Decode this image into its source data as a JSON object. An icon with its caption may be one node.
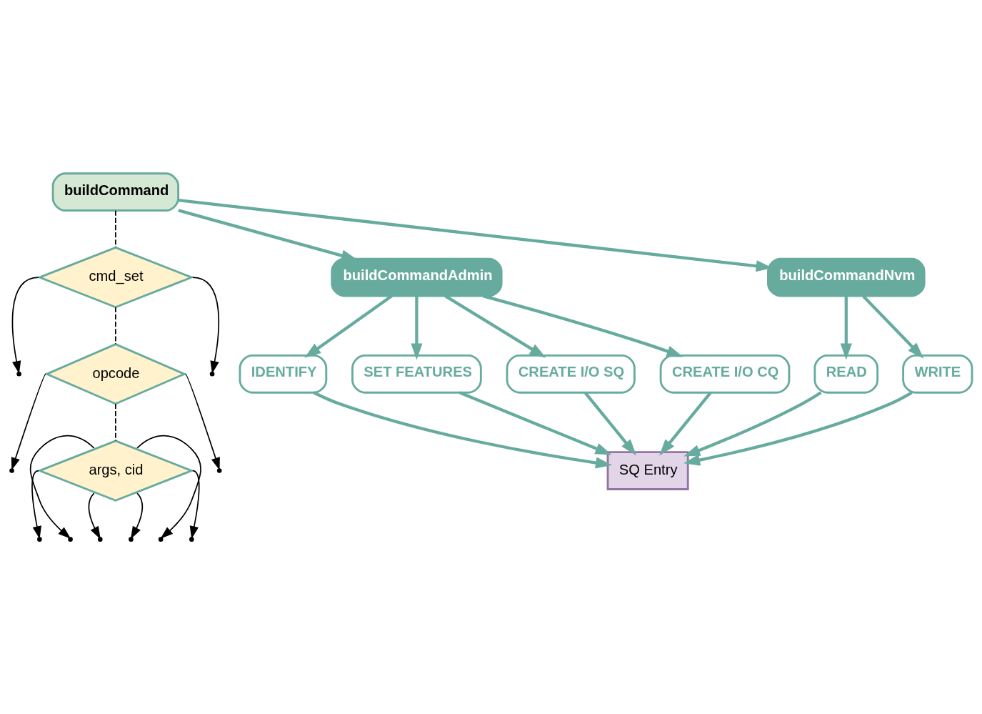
{
  "diagram": {
    "nodes": [
      {
        "text": [
          "buildCommand"
        ]
      },
      {
        "text": [
          "cmd_set"
        ]
      },
      {
        "text": [
          "buildCommandAdmin"
        ]
      },
      {
        "text": [
          "buildCommandNvm"
        ]
      },
      {
        "text": [
          "opcode"
        ]
      },
      {
        "text": [
          "IDENTIFY"
        ]
      },
      {
        "text": [
          "SET FEATURES"
        ]
      },
      {
        "text": [
          "CREATE I/O SQ"
        ]
      },
      {
        "text": [
          "CREATE I/O CQ"
        ]
      },
      {
        "text": [
          "READ"
        ]
      },
      {
        "text": [
          "WRITE"
        ]
      },
      {
        "text": [
          "args, cid"
        ]
      },
      {
        "text": [
          "SQ Entry"
        ]
      }
    ],
    "edges": [
      {
        "from": 0,
        "to": 2,
        "arrow": "to"
      },
      {
        "from": 0,
        "to": 3,
        "arrow": "to"
      },
      {
        "from": 0,
        "to": 1,
        "arrow": "none",
        "style": "dashed",
        "color": "#000000"
      },
      {
        "from": 1,
        "to": null,
        "arrow": "to",
        "color": "#000000"
      },
      {
        "from": 1,
        "to": null,
        "arrow": "to",
        "color": "#000000"
      },
      {
        "from": 1,
        "to": 4,
        "arrow": "none",
        "style": "dashed",
        "color": "#000000"
      },
      {
        "from": 4,
        "to": null,
        "arrow": "to",
        "color": "#000000"
      },
      {
        "from": 4,
        "to": null,
        "arrow": "to",
        "color": "#000000"
      },
      {
        "from": 2,
        "to": 5,
        "arrow": "to"
      },
      {
        "from": 2,
        "to": 6,
        "arrow": "to"
      },
      {
        "from": 2,
        "to": 7,
        "arrow": "to"
      },
      {
        "from": 2,
        "to": 8,
        "arrow": "to"
      },
      {
        "from": 3,
        "to": 9,
        "arrow": "to"
      },
      {
        "from": 3,
        "to": 10,
        "arrow": "to"
      },
      {
        "from": 4,
        "to": 11,
        "arrow": "none",
        "style": "dashed",
        "color": "#000000"
      },
      {
        "from": 11,
        "to": null,
        "arrow": "to",
        "color": "#000000"
      },
      {
        "from": 11,
        "to": null,
        "arrow": "to",
        "color": "#000000"
      },
      {
        "from": 11,
        "to": null,
        "arrow": "to",
        "color": "#000000"
      },
      {
        "from": 11,
        "to": null,
        "arrow": "to",
        "color": "#000000"
      },
      {
        "from": 11,
        "to": null,
        "arrow": "to",
        "color": "#000000"
      },
      {
        "from": 11,
        "to": null,
        "arrow": "to",
        "color": "#000000"
      },
      {
        "from": 5,
        "to": 12,
        "arrow": "to"
      },
      {
        "from": 6,
        "to": 12,
        "arrow": "to"
      },
      {
        "from": 7,
        "to": 12,
        "arrow": "to"
      },
      {
        "from": 8,
        "to": 12,
        "arrow": "to"
      },
      {
        "from": 9,
        "to": 12,
        "arrow": "to"
      },
      {
        "from": 10,
        "to": 12,
        "arrow": "to"
      }
    ]
  }
}
